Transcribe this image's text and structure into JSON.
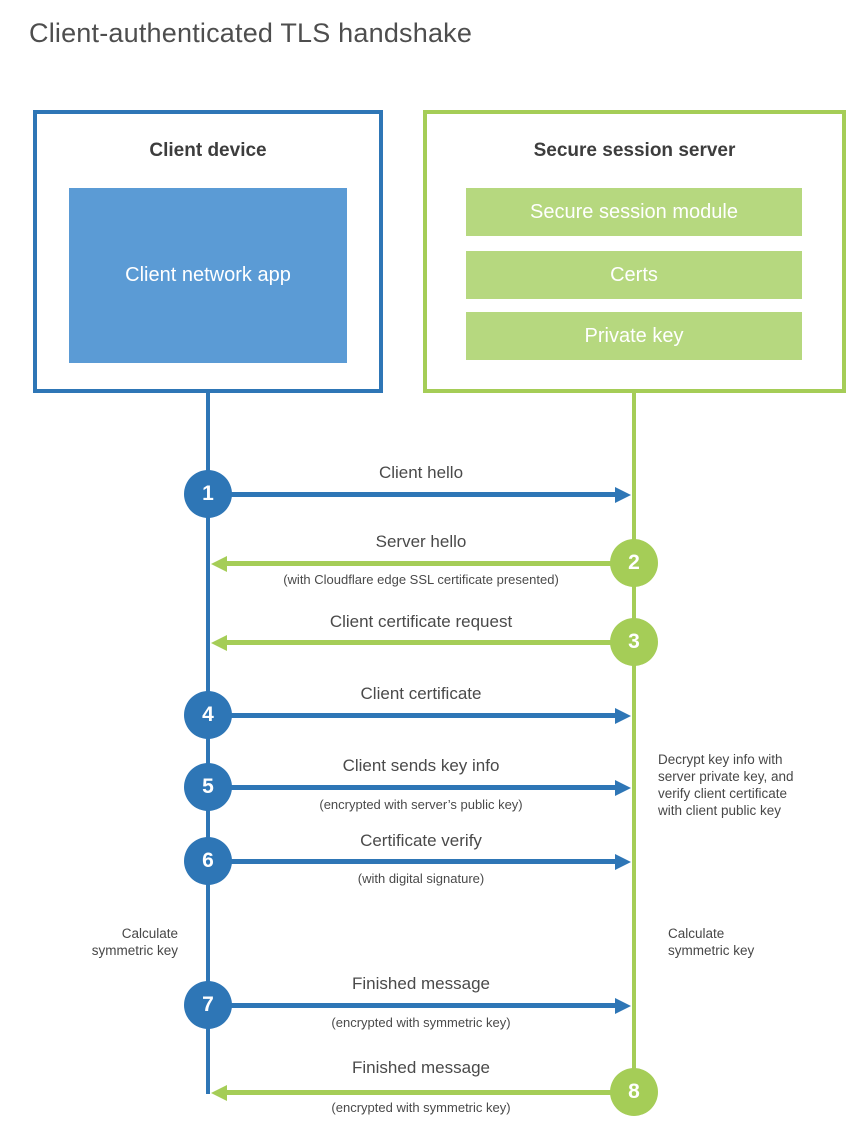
{
  "title": "Client-authenticated TLS handshake",
  "colors": {
    "blue": "#2e76b6",
    "blue_light": "#5b9bd5",
    "green": "#a5cd57",
    "green_light": "#b6d87f"
  },
  "client": {
    "title": "Client device",
    "app_label": "Client network app"
  },
  "server": {
    "title": "Secure session server",
    "modules": [
      "Secure session module",
      "Certs",
      "Private key"
    ]
  },
  "messages": [
    {
      "step": "1",
      "direction": "right",
      "from": "client",
      "to": "server",
      "label": "Client hello",
      "sublabel": ""
    },
    {
      "step": "2",
      "direction": "left",
      "from": "server",
      "to": "client",
      "label": "Server hello",
      "sublabel": "(with Cloudflare edge SSL certificate presented)"
    },
    {
      "step": "3",
      "direction": "left",
      "from": "server",
      "to": "client",
      "label": "Client certificate request",
      "sublabel": ""
    },
    {
      "step": "4",
      "direction": "right",
      "from": "client",
      "to": "server",
      "label": "Client certificate",
      "sublabel": ""
    },
    {
      "step": "5",
      "direction": "right",
      "from": "client",
      "to": "server",
      "label": "Client sends key info",
      "sublabel": "(encrypted with server’s public key)"
    },
    {
      "step": "6",
      "direction": "right",
      "from": "client",
      "to": "server",
      "label": "Certificate verify",
      "sublabel": "(with digital signature)"
    },
    {
      "step": "7",
      "direction": "right",
      "from": "client",
      "to": "server",
      "label": "Finished message",
      "sublabel": "(encrypted with symmetric key)"
    },
    {
      "step": "8",
      "direction": "left",
      "from": "server",
      "to": "client",
      "label": "Finished message",
      "sublabel": "(encrypted with symmetric key)"
    }
  ],
  "notes": {
    "decrypt": "Decrypt key info with server private key, and verify client certificate with client public key",
    "calc_left": "Calculate symmetric key",
    "calc_right": "Calculate symmetric key"
  }
}
